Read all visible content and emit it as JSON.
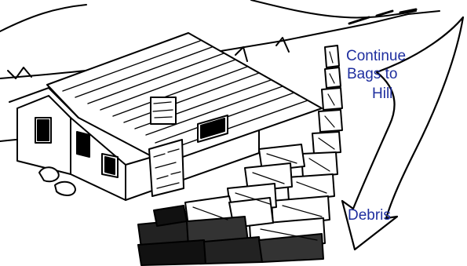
{
  "labels": {
    "continue_line1": "Continue",
    "continue_line2": "Bags to",
    "continue_line3": "Hill",
    "debris": "Debris"
  },
  "colors": {
    "label_text": "#1f2f9f",
    "ink": "#000000",
    "background": "#ffffff"
  },
  "icons": [
    "house-drawing",
    "sandbag-wall",
    "hill-outline",
    "curved-flow-arrow"
  ]
}
